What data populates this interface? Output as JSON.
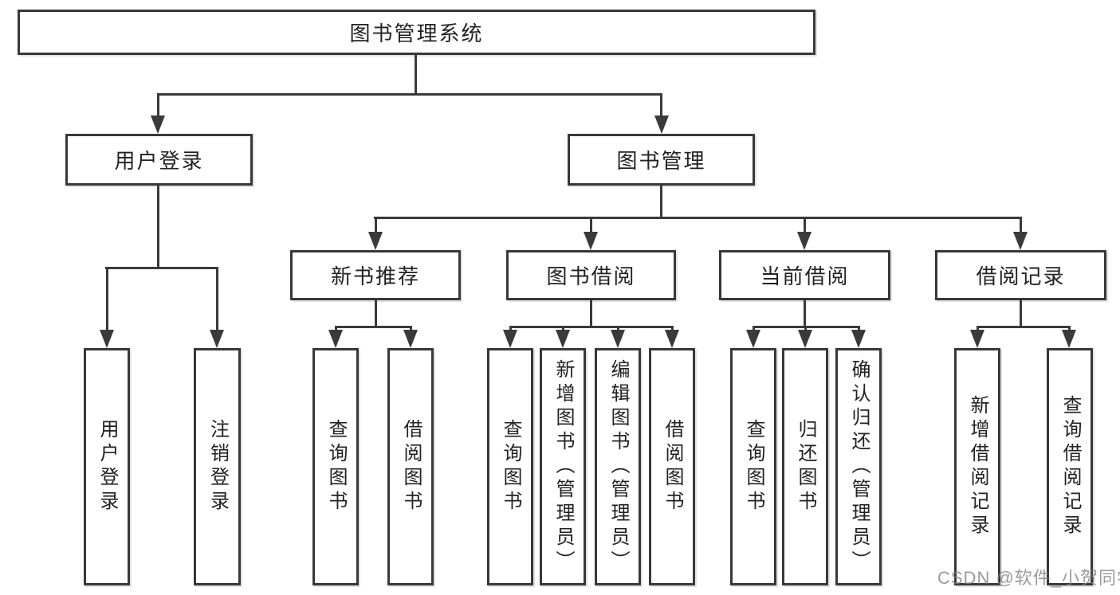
{
  "diagram": {
    "title": "图书管理系统",
    "branches": [
      {
        "label": "用户登录",
        "children": [
          "用户登录",
          "注销登录"
        ]
      },
      {
        "label": "图书管理",
        "sections": [
          {
            "label": "新书推荐",
            "children": [
              "查询图书",
              "借阅图书"
            ]
          },
          {
            "label": "图书借阅",
            "children": [
              "查询图书",
              "新增图书（管理员）",
              "编辑图书（管理员）",
              "借阅图书"
            ]
          },
          {
            "label": "当前借阅",
            "children": [
              "查询图书",
              "归还图书",
              "确认归还（管理员）"
            ]
          },
          {
            "label": "借阅记录",
            "children": [
              "新增借阅记录",
              "查询借阅记录"
            ]
          }
        ]
      }
    ],
    "line_color": "#3a3a3a"
  },
  "watermark": {
    "text": "CSDN @软件_小贺同学"
  }
}
